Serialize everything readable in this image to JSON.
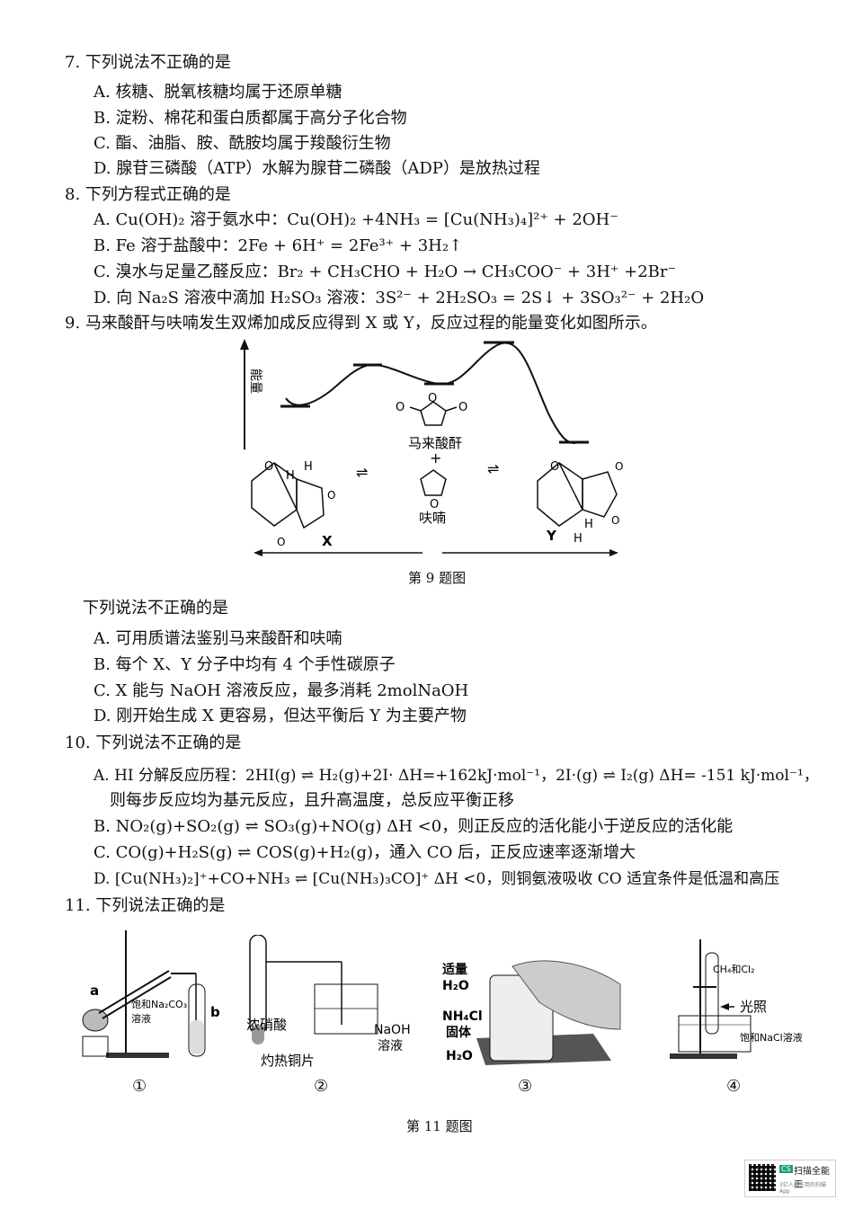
{
  "q7": {
    "stem": "7. 下列说法不正确的是",
    "options": [
      "A. 核糖、脱氧核糖均属于还原单糖",
      "B. 淀粉、棉花和蛋白质都属于高分子化合物",
      "C. 酯、油脂、胺、酰胺均属于羧酸衍生物",
      "D. 腺苷三磷酸（ATP）水解为腺苷二磷酸（ADP）是放热过程"
    ]
  },
  "q8": {
    "stem": "8. 下列方程式正确的是",
    "options": [
      "A. Cu(OH)₂ 溶于氨水中：Cu(OH)₂ +4NH₃ = [Cu(NH₃)₄]²⁺ + 2OH⁻",
      "B. Fe 溶于盐酸中：2Fe + 6H⁺ = 2Fe³⁺ + 3H₂↑",
      "C. 溴水与足量乙醛反应：Br₂ + CH₃CHO + H₂O → CH₃COO⁻ + 3H⁺ +2Br⁻",
      "D. 向 Na₂S 溶液中滴加 H₂SO₃ 溶液：3S²⁻ + 2H₂SO₃ = 2S↓ + 3SO₃²⁻ + 2H₂O"
    ]
  },
  "q9": {
    "stem": "9. 马来酸酐与呋喃发生双烯加成反应得到 X 或 Y，反应过程的能量变化如图所示。",
    "figure": {
      "y_axis": "能量",
      "maleic_anhydride": "马来酸酐",
      "plus": "+",
      "furan": "呋喃",
      "label_x": "X",
      "label_y": "Y",
      "h": "H",
      "o": "O",
      "caption": "第 9 题图"
    },
    "sub_stem": "下列说法不正确的是",
    "options": [
      "A. 可用质谱法鉴别马来酸酐和呋喃",
      "B. 每个 X、Y 分子中均有 4 个手性碳原子",
      "C. X 能与 NaOH 溶液反应，最多消耗 2molNaOH",
      "D. 刚开始生成 X 更容易，但达平衡后 Y 为主要产物"
    ]
  },
  "q10": {
    "stem": "10. 下列说法不正确的是",
    "options": [
      "A. HI 分解反应历程：2HI(g) ⇌ H₂(g)+2I· ΔH=+162kJ·mol⁻¹，2I·(g) ⇌ I₂(g) ΔH= -151 kJ·mol⁻¹，",
      "则每步反应均为基元反应，且升高温度，总反应平衡正移",
      "B. NO₂(g)+SO₂(g) ⇌ SO₃(g)+NO(g) ΔH <0，则正反应的活化能小于逆反应的活化能",
      "C. CO(g)+H₂S(g) ⇌ COS(g)+H₂(g)，通入 CO 后，正反应速率逐渐增大",
      "D. [Cu(NH₃)₂]⁺+CO+NH₃ ⇌ [Cu(NH₃)₃CO]⁺ ΔH <0，则铜氨液吸收 CO 适宜条件是低温和高压"
    ]
  },
  "q11": {
    "stem": "11. 下列说法正确的是",
    "fig1": {
      "a": "a",
      "b": "b",
      "solution": "饱和Na₂CO₃",
      "solution2": "溶液",
      "num": "①"
    },
    "fig2": {
      "acid": "浓硝酸",
      "naoh": "NaOH",
      "naoh2": "溶液",
      "copper": "灼热铜片",
      "num": "②"
    },
    "fig3": {
      "water_top": "适量",
      "water_top2": "H₂O",
      "nh4cl": "NH₄Cl",
      "nh4cl2": "固体",
      "water": "H₂O",
      "num": "③"
    },
    "fig4": {
      "gas": "CH₄和Cl₂",
      "light": "光照",
      "solution": "饱和NaCl溶液",
      "num": "④"
    },
    "caption": "第 11 题图"
  },
  "watermark": {
    "badge": "CS",
    "title": "扫描全能王",
    "sub": "3亿人都在用的扫描App"
  }
}
